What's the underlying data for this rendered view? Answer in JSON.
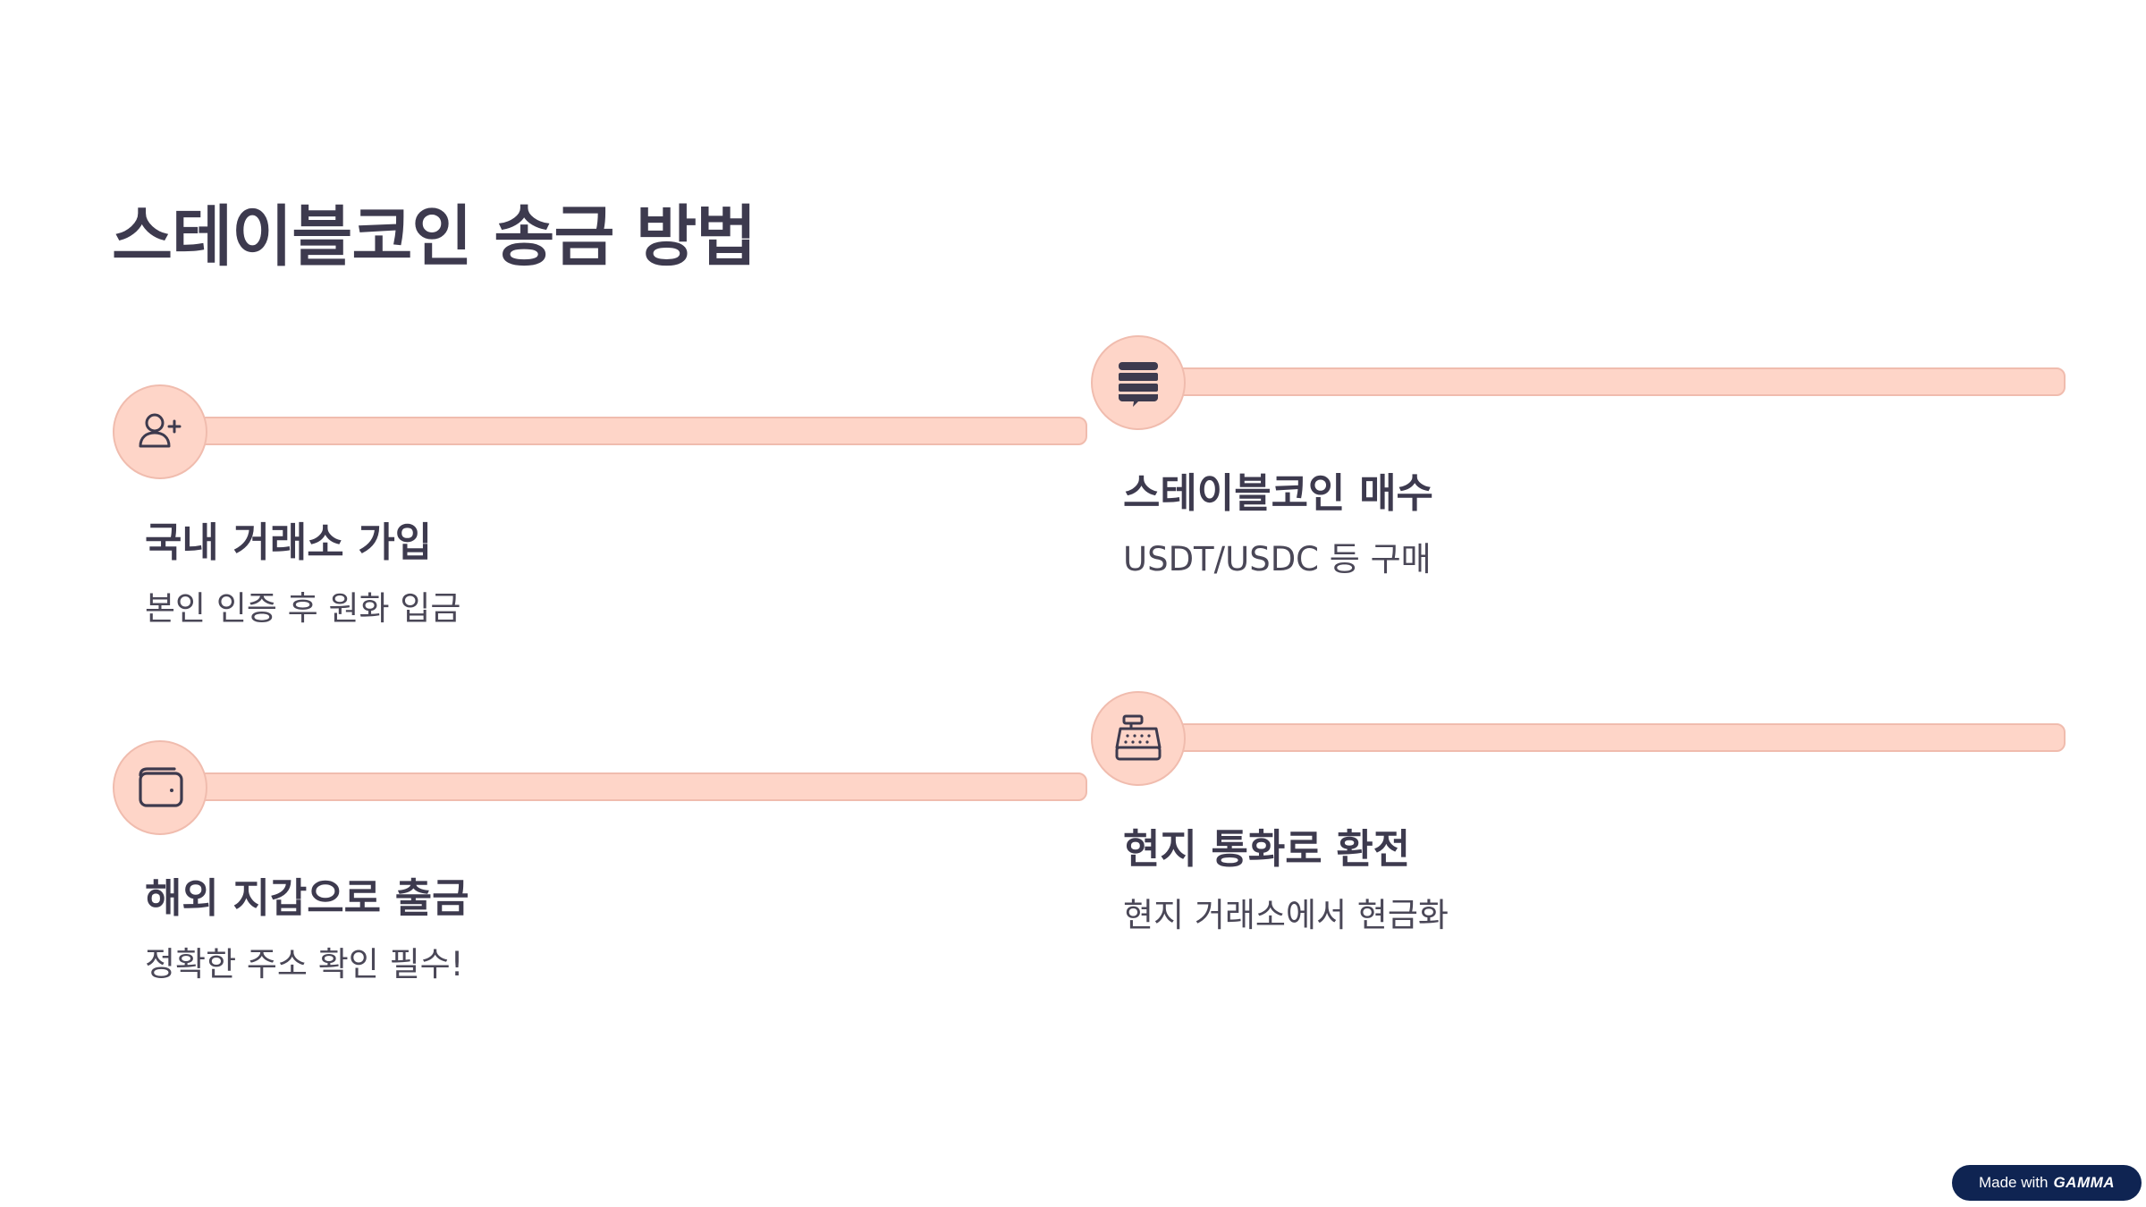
{
  "page": {
    "title": "스테이블코인 송금 방법"
  },
  "steps": [
    {
      "icon": "user-plus-icon",
      "title": "국내 거래소 가입",
      "description": "본인 인증 후 원화 입금"
    },
    {
      "icon": "chat-list-icon",
      "title": "스테이블코인 매수",
      "description": "USDT/USDC 등 구매"
    },
    {
      "icon": "wallet-icon",
      "title": "해외 지갑으로 출금",
      "description": "정확한 주소 확인 필수!"
    },
    {
      "icon": "cash-register-icon",
      "title": "현지 통화로 환전",
      "description": "현지 거래소에서 현금화"
    }
  ],
  "badge": {
    "prefix": "Made with",
    "brand": "GAMMA"
  },
  "colors": {
    "text": "#3d3a4e",
    "accent_fill": "#fed5c8",
    "accent_border": "#f0bcae",
    "badge_bg": "#0f2452"
  }
}
